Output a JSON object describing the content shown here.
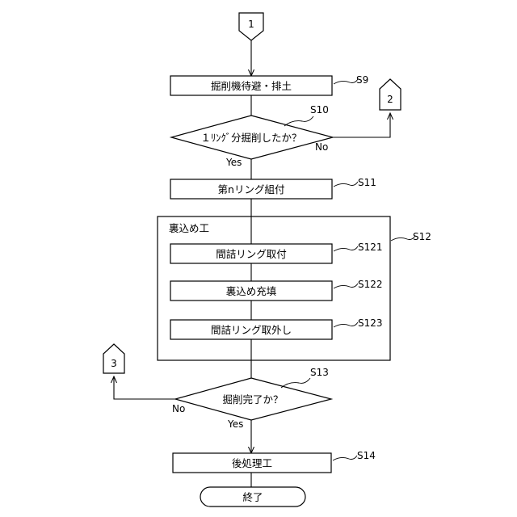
{
  "connectors": {
    "c1": "1",
    "c2": "2",
    "c3": "3"
  },
  "steps": {
    "s9": {
      "id": "S9",
      "label": "掘削機待避・排土"
    },
    "s10": {
      "id": "S10",
      "label": "１ﾘﾝｸﾞ分掘削したか？",
      "yes": "Yes",
      "no": "No"
    },
    "s11": {
      "id": "S11",
      "label": "第nリング組付"
    },
    "s12": {
      "id": "S12",
      "label": "裏込め工"
    },
    "s121": {
      "id": "S121",
      "label": "間詰リング取付"
    },
    "s122": {
      "id": "S122",
      "label": "裏込め充填"
    },
    "s123": {
      "id": "S123",
      "label": "間詰リング取外し"
    },
    "s13": {
      "id": "S13",
      "label": "掘削完了か？",
      "yes": "Yes",
      "no": "No"
    },
    "s14": {
      "id": "S14",
      "label": "後処理工"
    },
    "end": {
      "label": "終了"
    }
  }
}
